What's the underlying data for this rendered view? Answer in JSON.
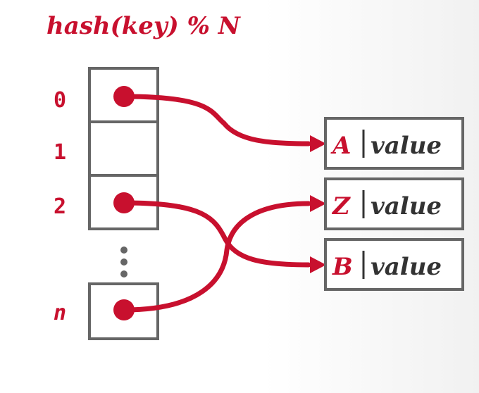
{
  "title": "hash(key) % N",
  "slots": {
    "index_0": "0",
    "index_1": "1",
    "index_2": "2",
    "index_n": "n"
  },
  "entries": [
    {
      "key": "A",
      "value": "value"
    },
    {
      "key": "Z",
      "value": "value"
    },
    {
      "key": "B",
      "value": "value"
    }
  ],
  "colors": {
    "accent": "#c8102e",
    "border": "#666666",
    "text": "#333333"
  }
}
